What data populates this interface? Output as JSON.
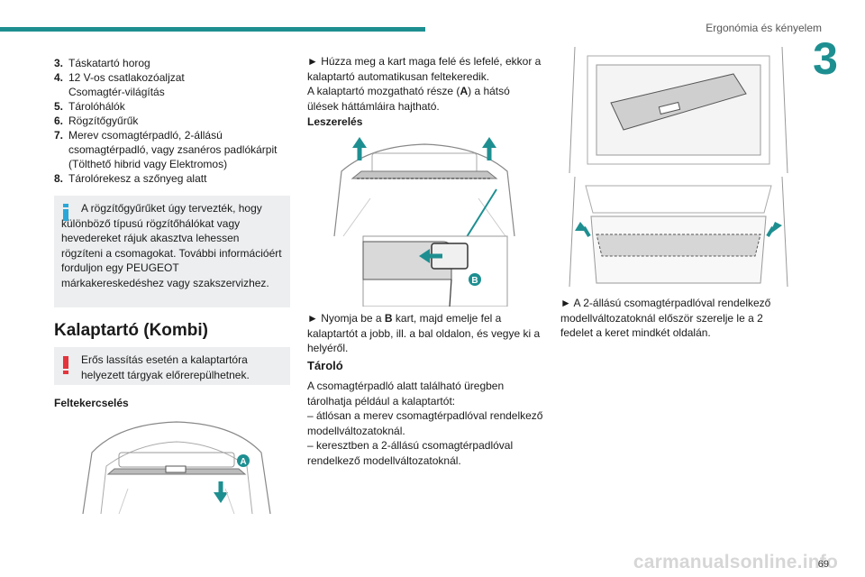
{
  "header": {
    "section_title": "Ergonómia és kényelem",
    "chapter_number": "3",
    "accent_color": "#1e8f91"
  },
  "list_items": [
    {
      "num": "3.",
      "text": "Táskatartó horog"
    },
    {
      "num": "4.",
      "text": "12 V-os csatlakozóaljzat Csomagtér-világítás"
    },
    {
      "num": "5.",
      "text": "Tárolóhálók"
    },
    {
      "num": "6.",
      "text": "Rögzítőgyűrűk"
    },
    {
      "num": "7.",
      "text": "Merev csomagtérpadló, 2-állású csomagtérpadló, vagy zsanéros padlókárpit (Tölthető hibrid vagy Elektromos)"
    },
    {
      "num": "8.",
      "text": "Tárolórekesz a szőnyeg alatt"
    }
  ],
  "info_box": {
    "icon": "info-icon",
    "text": "A rögzítőgyűrűket úgy tervezték, hogy különböző típusú rögzítőhálókat vagy hevedereket rájuk akasztva lehessen rögzíteni a csomagokat. További információért forduljon egy PEUGEOT márkakereskedéshez vagy szakszervizhez."
  },
  "section": {
    "title": "Kalaptartó (Kombi)"
  },
  "warning_box": {
    "icon": "warning-icon",
    "text": "Erős lassítás esetén a kalaptartóra helyezett tárgyak előrerepülhetnek."
  },
  "col1": {
    "heading_rolling": "Feltekercselés",
    "figure_label": "A"
  },
  "col2": {
    "para1": "► Húzza meg a kart maga felé és lefelé, ekkor a kalaptartó automatikusan feltekeredik.",
    "para1b": "A kalaptartó mozgatható része (A) a hátsó ülések háttámláira hajtható.",
    "heading_removal": "Leszerelés",
    "figure_label": "B",
    "para2": "► Nyomja be a B kart, majd emelje fel a kalaptartót a jobb, ill. a bal oldalon, és vegye ki a helyéről.",
    "heading_storage": "Tároló",
    "para3": "A csomagtérpadló alatt található üregben tárolhatja például a kalaptartót:",
    "para3a": "–  átlósan a merev csomagtérpadlóval rendelkező modellváltozatoknál.",
    "para3b": "–  keresztben a 2-állású csomagtérpadlóval rendelkező modellváltozatoknál."
  },
  "col3": {
    "para": "► A 2-állású csomagtérpadlóval rendelkező modellváltozatoknál először szerelje le a 2 fedelet a keret mindkét oldalán."
  },
  "footer": {
    "page_number": "69",
    "watermark": "carmanualsonline.info"
  }
}
